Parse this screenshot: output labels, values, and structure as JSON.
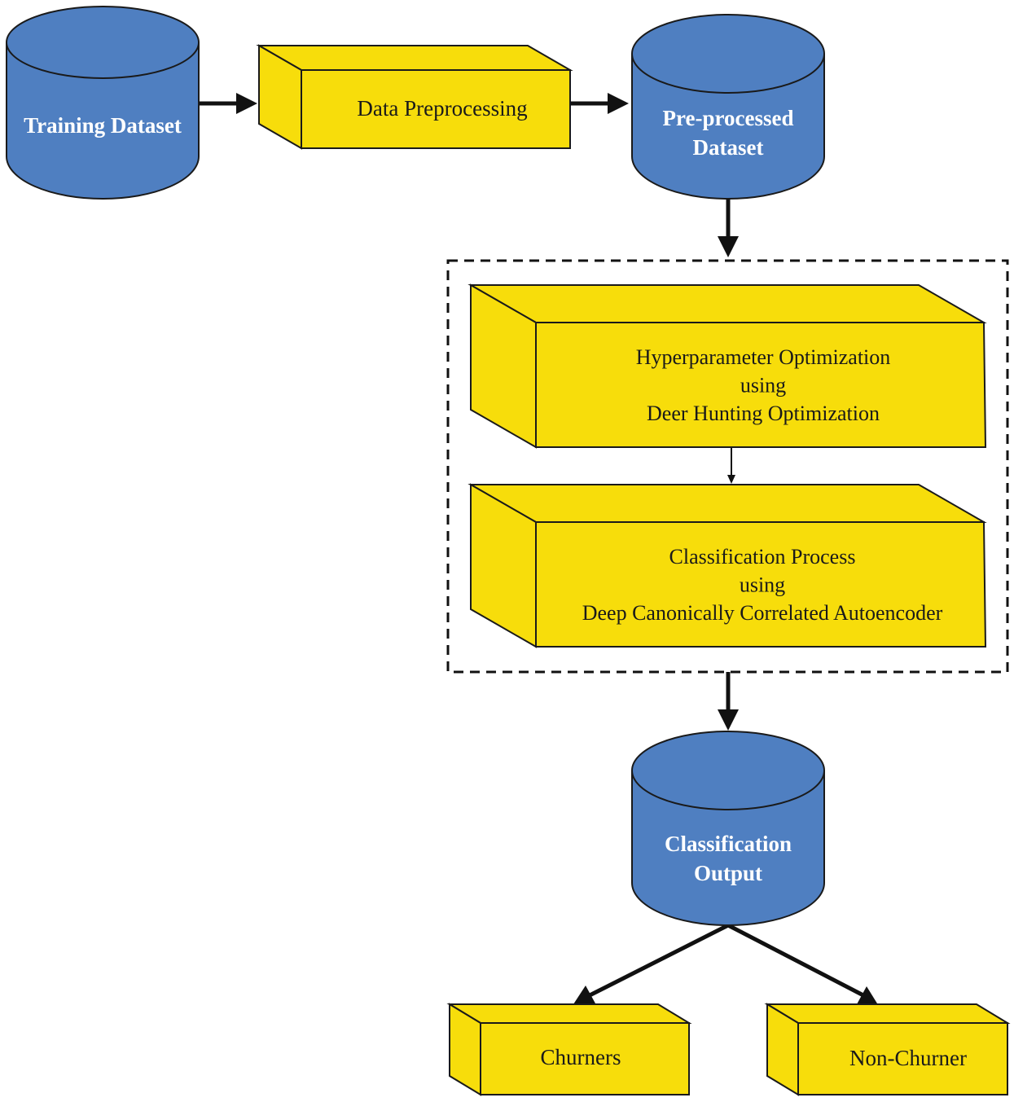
{
  "colors": {
    "cylinder_fill": "#4f7fc1",
    "box_fill": "#f7dd0b",
    "stroke": "#1a1a1a",
    "arrow": "#111111"
  },
  "nodes": {
    "training_dataset": {
      "lines": [
        "Training Dataset"
      ]
    },
    "data_preprocessing": {
      "lines": [
        "Data Preprocessing"
      ]
    },
    "preprocessed_dataset": {
      "lines": [
        "Pre-processed",
        "Dataset"
      ]
    },
    "hyperparameter_optimization": {
      "lines": [
        "Hyperparameter Optimization",
        "using",
        "Deer Hunting Optimization"
      ]
    },
    "classification_process": {
      "lines": [
        "Classification Process",
        "using",
        "Deep Canonically Correlated Autoencoder"
      ]
    },
    "classification_output": {
      "lines": [
        "Classification",
        "Output"
      ]
    },
    "churners": {
      "lines": [
        "Churners"
      ]
    },
    "non_churner": {
      "lines": [
        "Non-Churner"
      ]
    }
  }
}
